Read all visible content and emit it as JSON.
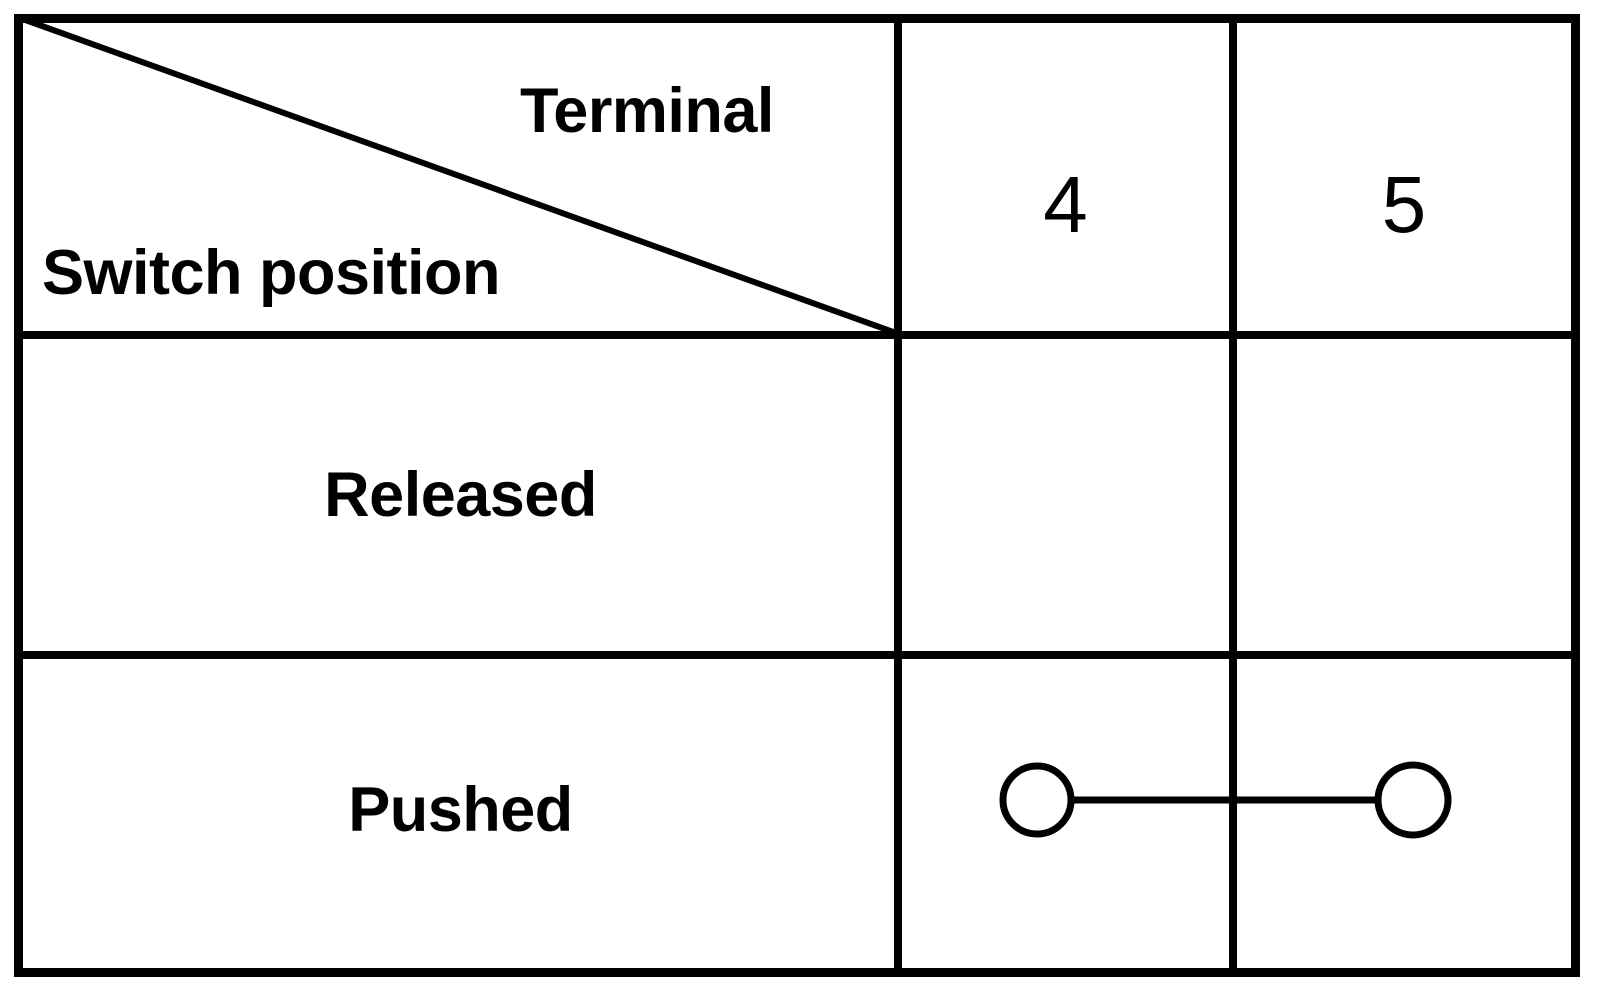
{
  "diagram": {
    "kind": "switch-truth-table",
    "corner_header": {
      "column_axis_label": "Terminal",
      "row_axis_label": "Switch position",
      "divider": "diagonal-line"
    },
    "columns": [
      {
        "id": "terminal-4",
        "label": "4"
      },
      {
        "id": "terminal-5",
        "label": "5"
      }
    ],
    "rows": [
      {
        "id": "released",
        "label": "Released",
        "contacts": [],
        "connection": null
      },
      {
        "id": "pushed",
        "label": "Pushed",
        "contacts": [
          "terminal-4",
          "terminal-5"
        ],
        "connection": "closed-contact-bar"
      }
    ],
    "symbols": {
      "contact_terminal": "open-circle",
      "contact_link": "horizontal-bar"
    },
    "colors": {
      "stroke": "#000000",
      "background": "#ffffff",
      "text": "#000000"
    }
  },
  "chart_data": {
    "type": "table",
    "title": "",
    "row_header": "Switch position",
    "column_header": "Terminal",
    "categories": [
      "4",
      "5"
    ],
    "rows": [
      "Released",
      "Pushed"
    ],
    "cells": [
      [
        "",
        ""
      ],
      [
        "contact",
        "contact"
      ]
    ],
    "annotations": [
      "Pushed row: terminals 4 and 5 are joined by a closed contact bridge"
    ]
  }
}
